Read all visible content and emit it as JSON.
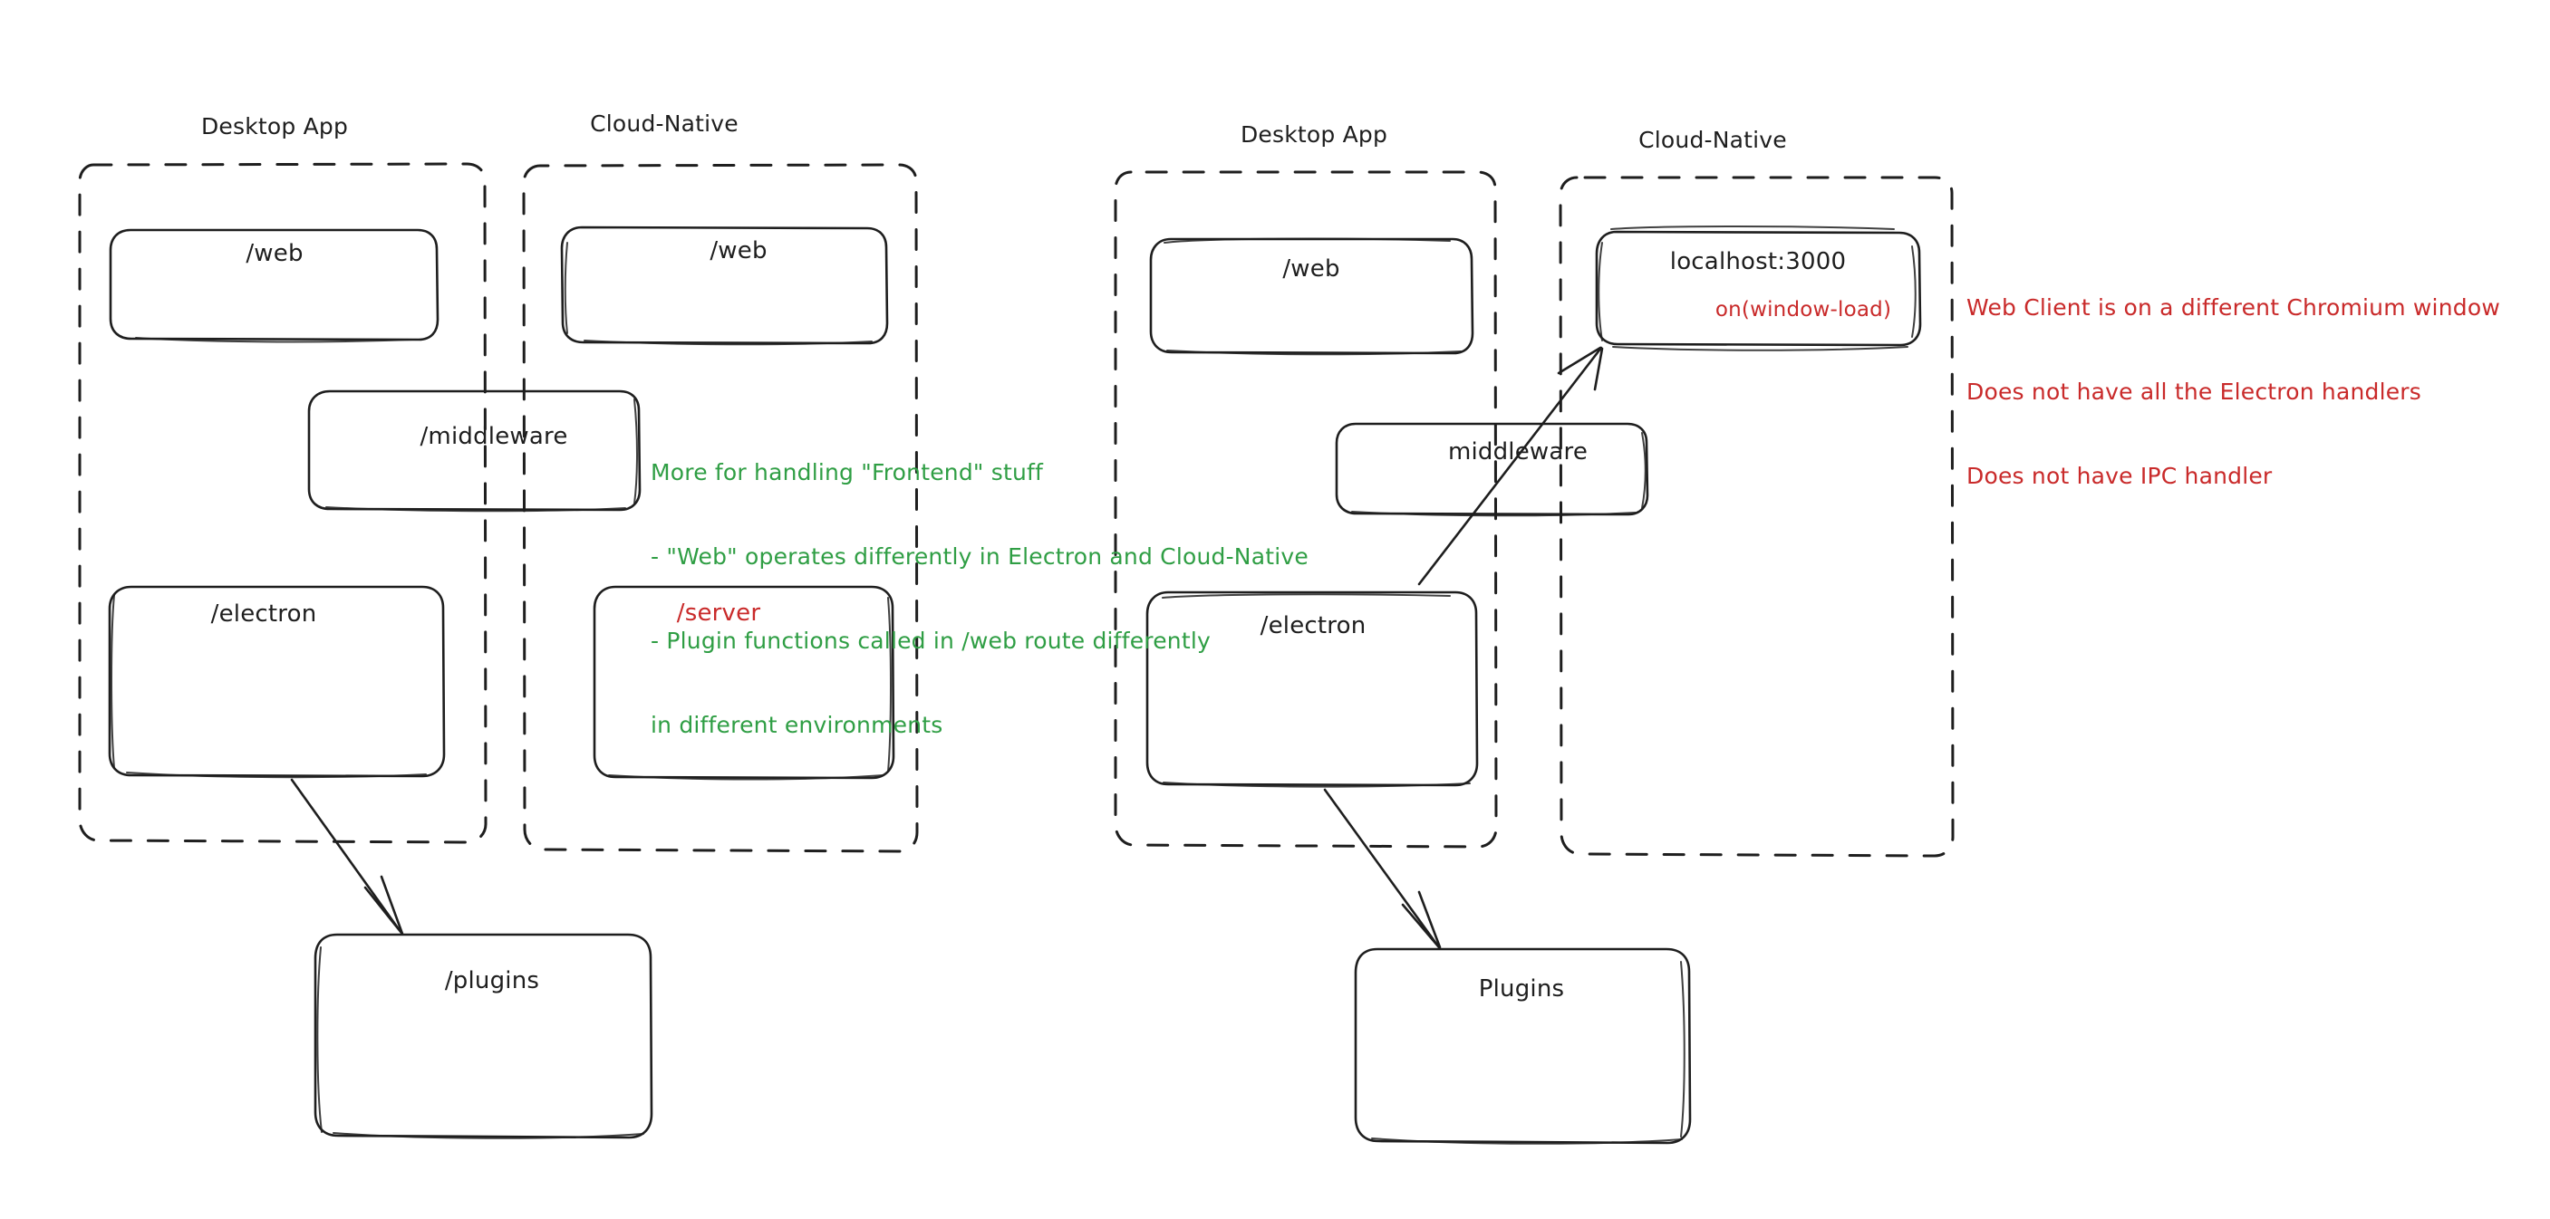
{
  "diagram": {
    "title_style": "hand-drawn architecture sketch",
    "colors": {
      "stroke": "#1e1e1e",
      "background": "#ffffff",
      "accent_green": "#2f9e44",
      "accent_red": "#c92a2a"
    }
  },
  "groups": [
    {
      "id": "left-desktop-app",
      "label": "Desktop App"
    },
    {
      "id": "left-cloud-native",
      "label": "Cloud-Native"
    },
    {
      "id": "right-desktop-app",
      "label": "Desktop App"
    },
    {
      "id": "right-cloud-native",
      "label": "Cloud-Native"
    }
  ],
  "left_diagram": {
    "nodes": [
      {
        "id": "left-web-desktop",
        "label": "/web",
        "color": "black"
      },
      {
        "id": "left-web-cloud",
        "label": "/web",
        "color": "black"
      },
      {
        "id": "left-middleware",
        "label": "/middleware",
        "color": "black"
      },
      {
        "id": "left-electron",
        "label": "/electron",
        "color": "black"
      },
      {
        "id": "left-server",
        "label": "/server",
        "color": "red"
      },
      {
        "id": "left-plugins",
        "label": "/plugins",
        "color": "black"
      }
    ],
    "annotation": {
      "color": "green",
      "lines": [
        "More for handling \"Frontend\" stuff",
        "- \"Web\" operates differently in Electron and Cloud-Native",
        "- Plugin functions called in /web route differently",
        "in different environments"
      ]
    },
    "edges": [
      {
        "id": "left-electron-to-plugins",
        "from": "/electron",
        "to": "/plugins"
      }
    ]
  },
  "right_diagram": {
    "nodes": [
      {
        "id": "right-web-desktop",
        "label": "/web",
        "color": "black"
      },
      {
        "id": "right-localhost",
        "label": "localhost:3000",
        "color": "black",
        "sublabel": "on(window-load)",
        "sublabel_color": "red"
      },
      {
        "id": "right-middleware",
        "label": "middleware",
        "color": "black"
      },
      {
        "id": "right-electron",
        "label": "/electron",
        "color": "black"
      },
      {
        "id": "right-plugins",
        "label": "Plugins",
        "color": "black"
      }
    ],
    "annotation": {
      "color": "red",
      "lines": [
        "Web Client is on a different Chromium window",
        "Does not have all the Electron handlers",
        "Does not have IPC handler"
      ]
    },
    "edges": [
      {
        "id": "right-electron-to-localhost",
        "from": "/electron",
        "to": "localhost:3000"
      },
      {
        "id": "right-electron-to-plugins",
        "from": "/electron",
        "to": "Plugins"
      }
    ]
  }
}
